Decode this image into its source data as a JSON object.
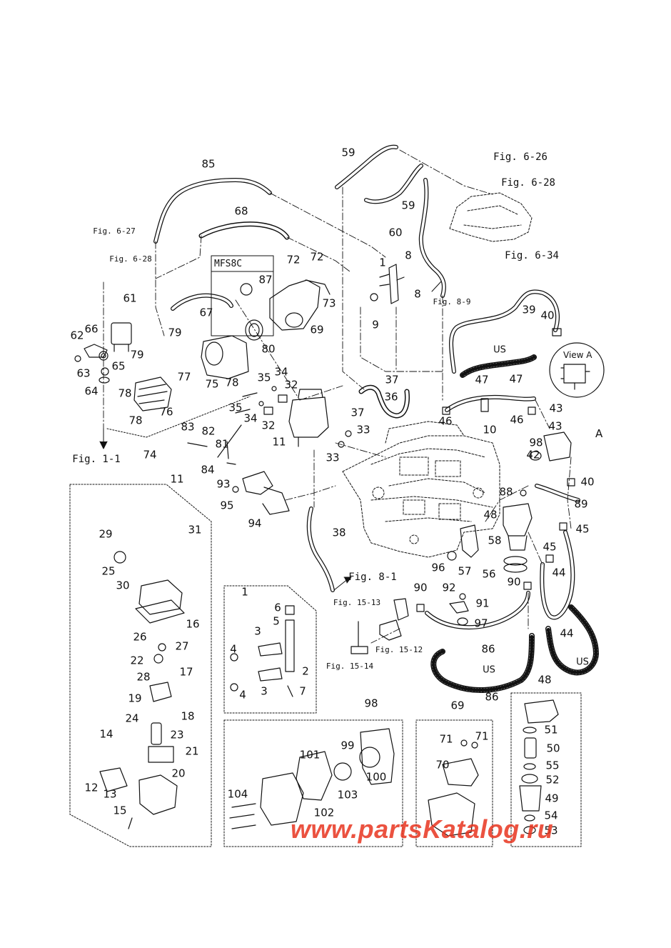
{
  "labels": {
    "p1": "1",
    "p2": "2",
    "p3": "3",
    "p4": "4",
    "p5": "5",
    "p6": "6",
    "p7": "7",
    "p8": "8",
    "p9": "9",
    "p10": "10",
    "p11": "11",
    "p12": "12",
    "p13": "13",
    "p14": "14",
    "p15": "15",
    "p16": "16",
    "p17": "17",
    "p18": "18",
    "p19": "19",
    "p20": "20",
    "p21": "21",
    "p22": "22",
    "p23": "23",
    "p24": "24",
    "p25": "25",
    "p26": "26",
    "p27": "27",
    "p28": "28",
    "p29": "29",
    "p30": "30",
    "p31": "31",
    "p32": "32",
    "p33": "33",
    "p34": "34",
    "p35": "35",
    "p36": "36",
    "p37": "37",
    "p38": "38",
    "p39": "39",
    "p40": "40",
    "p42": "42",
    "p43": "43",
    "p44": "44",
    "p45": "45",
    "p46": "46",
    "p47": "47",
    "p48": "48",
    "p49": "49",
    "p50": "50",
    "p51": "51",
    "p52": "52",
    "p53": "53",
    "p54": "54",
    "p55": "55",
    "p56": "56",
    "p57": "57",
    "p58": "58",
    "p59": "59",
    "p60": "60",
    "p61": "61",
    "p62": "62",
    "p63": "63",
    "p64": "64",
    "p65": "65",
    "p66": "66",
    "p67": "67",
    "p68": "68",
    "p69": "69",
    "p70": "70",
    "p71": "71",
    "p72": "72",
    "p73": "73",
    "p74": "74",
    "p75": "75",
    "p76": "76",
    "p77": "77",
    "p78": "78",
    "p79": "79",
    "p80": "80",
    "p81": "81",
    "p82": "82",
    "p83": "83",
    "p84": "84",
    "p85": "85",
    "p86": "86",
    "p87": "87",
    "p88": "88",
    "p89": "89",
    "p90": "90",
    "p91": "91",
    "p92": "92",
    "p93": "93",
    "p94": "94",
    "p95": "95",
    "p96": "96",
    "p97": "97",
    "p98": "98",
    "p99": "99",
    "p100": "100",
    "p101": "101",
    "p102": "102",
    "p103": "103",
    "p104": "104"
  },
  "refs": {
    "fig6_26": "Fig. 6-26",
    "fig6_28": "Fig. 6-28",
    "fig6_34": "Fig. 6-34",
    "fig6_27_left": "Fig. 6-27",
    "fig6_28_left": "Fig. 6-28",
    "fig1_1": "Fig. 1-1",
    "fig8_9": "Fig. 8-9",
    "fig8_1": "Fig. 8-1",
    "fig15_13": "Fig. 15-13",
    "fig15_12": "Fig. 15-12",
    "fig15_14": "Fig. 15-14"
  },
  "variant_box": "MFS8C",
  "view_a": "View A",
  "letter_a": "A",
  "us_marks": {
    "us1": "US",
    "us2": "US",
    "us3": "US"
  },
  "watermark": "www.partsKatalog.ru",
  "colors": {
    "line": "#111111",
    "watermark": "#e8351f"
  }
}
